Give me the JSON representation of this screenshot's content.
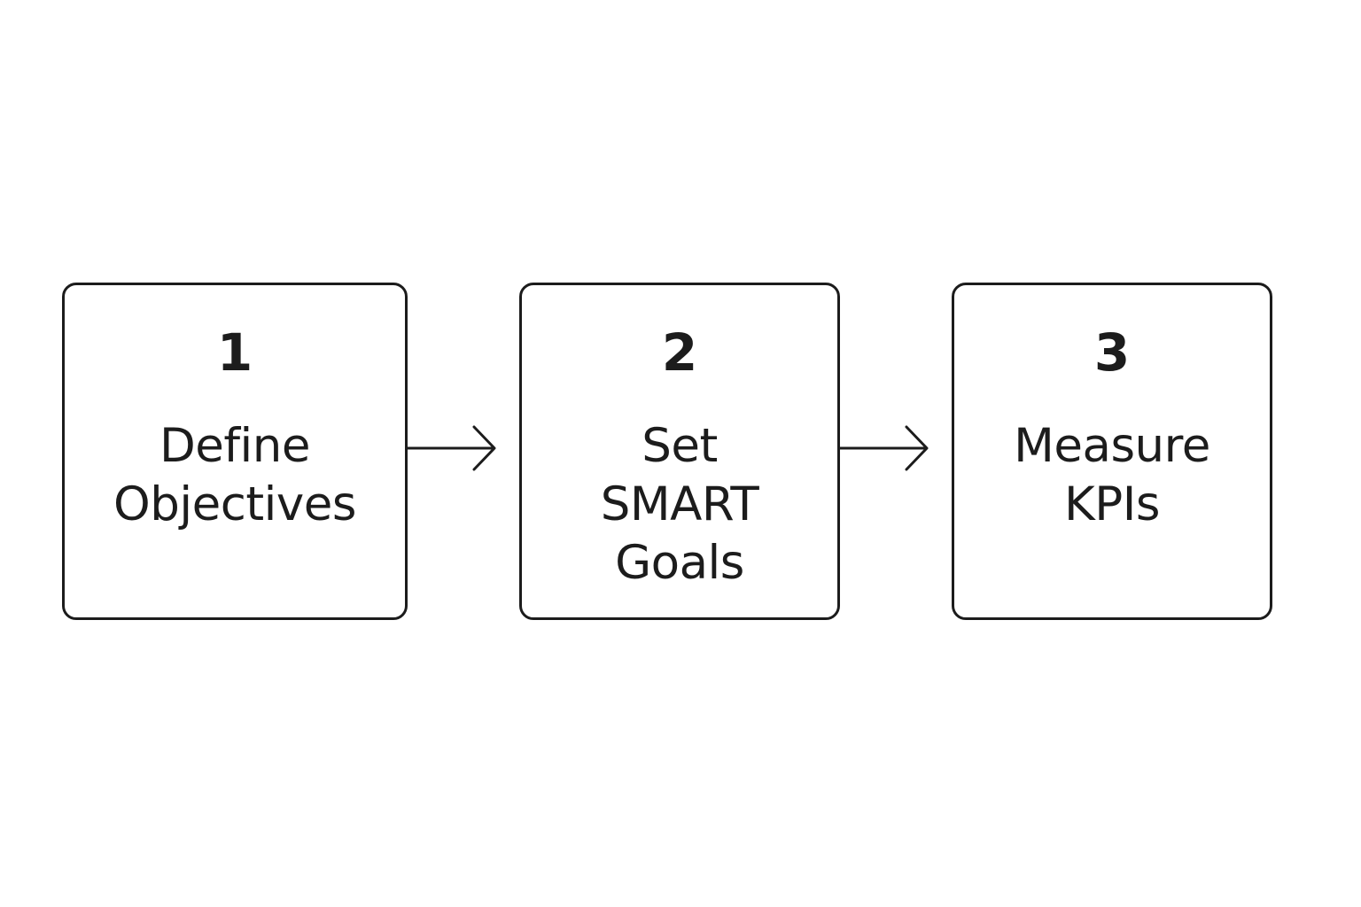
{
  "diagram": {
    "steps": [
      {
        "number": "1",
        "label_lines": [
          "Define",
          "Objectives"
        ]
      },
      {
        "number": "2",
        "label_lines": [
          "Set",
          "SMART",
          "Goals"
        ]
      },
      {
        "number": "3",
        "label_lines": [
          "Measure",
          "KPIs"
        ]
      }
    ],
    "colors": {
      "stroke": "#1c1c1c",
      "text": "#1c1c1c",
      "background": "#ffffff"
    },
    "connectors": [
      "arrow-right-icon",
      "arrow-right-icon"
    ]
  }
}
